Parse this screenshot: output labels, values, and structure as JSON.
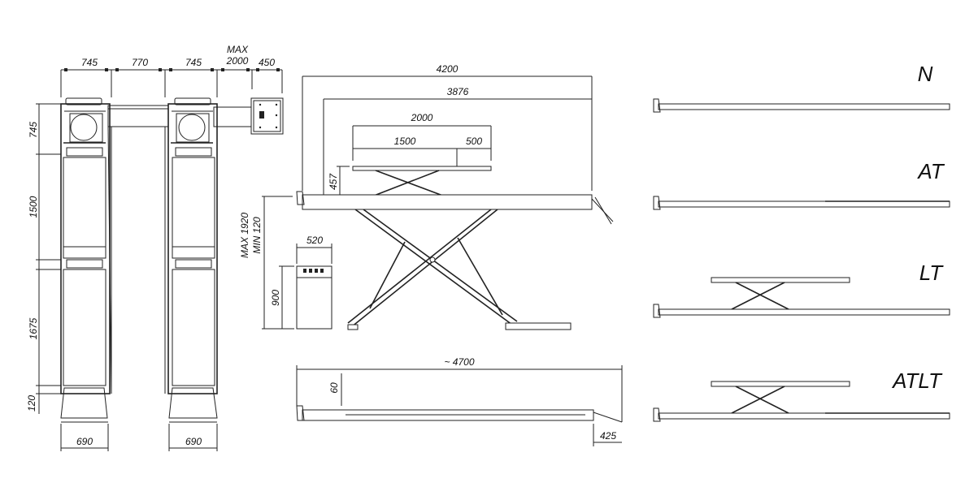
{
  "plan_view": {
    "width_dims": [
      "745",
      "770",
      "745",
      "2000",
      "450"
    ],
    "max_label": "MAX",
    "height_dims": [
      "745",
      "1500",
      "1675",
      "120"
    ],
    "ramp_widths": [
      "690",
      "690"
    ]
  },
  "side_view": {
    "length_dims": [
      "4200",
      "3876",
      "2000",
      "1500",
      "500"
    ],
    "lift_height": "457",
    "max_height": "MAX 1920",
    "min_height": "MIN 120",
    "console_width": "520",
    "console_height": "900"
  },
  "lowered_view": {
    "total_length": "~ 4700",
    "height": "60",
    "ramp_length": "425"
  },
  "variants": [
    {
      "label": "N"
    },
    {
      "label": "AT"
    },
    {
      "label": "LT"
    },
    {
      "label": "ATLT"
    }
  ]
}
